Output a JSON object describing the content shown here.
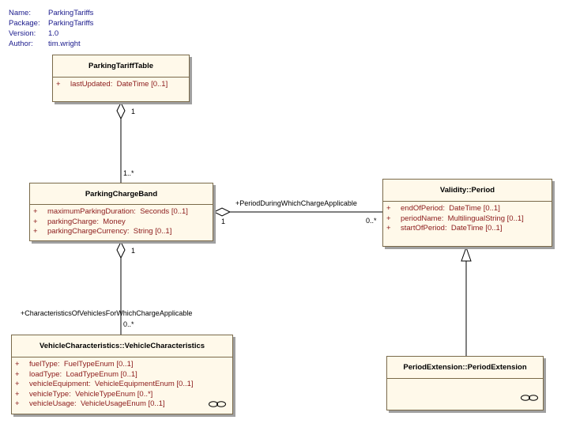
{
  "metadata": [
    {
      "key": "Name:",
      "value": "ParkingTariffs"
    },
    {
      "key": "Package:",
      "value": "ParkingTariffs"
    },
    {
      "key": "Version:",
      "value": "1.0"
    },
    {
      "key": "Author:",
      "value": "tim.wright"
    }
  ],
  "classes": {
    "parking_tariff_table": {
      "name": "ParkingTariffTable",
      "attributes": [
        {
          "visibility": "+",
          "text": "lastUpdated:  DateTime [0..1]"
        }
      ]
    },
    "parking_charge_band": {
      "name": "ParkingChargeBand",
      "attributes": [
        {
          "visibility": "+",
          "text": "maximumParkingDuration:  Seconds [0..1]"
        },
        {
          "visibility": "+",
          "text": "parkingCharge:  Money"
        },
        {
          "visibility": "+",
          "text": "parkingChargeCurrency:  String [0..1]"
        }
      ]
    },
    "validity_period": {
      "name": "Validity::Period",
      "attributes": [
        {
          "visibility": "+",
          "text": "endOfPeriod:  DateTime [0..1]"
        },
        {
          "visibility": "+",
          "text": "periodName:  MultilingualString [0..1]"
        },
        {
          "visibility": "+",
          "text": "startOfPeriod:  DateTime [0..1]"
        }
      ]
    },
    "vehicle_characteristics": {
      "name": "VehicleCharacteristics::VehicleCharacteristics",
      "attributes": [
        {
          "visibility": "+",
          "text": "fuelType:  FuelTypeEnum [0..1]"
        },
        {
          "visibility": "+",
          "text": "loadType:  LoadTypeEnum [0..1]"
        },
        {
          "visibility": "+",
          "text": "vehicleEquipment:  VehicleEquipmentEnum [0..1]"
        },
        {
          "visibility": "+",
          "text": "vehicleType:  VehicleTypeEnum [0..*]"
        },
        {
          "visibility": "+",
          "text": "vehicleUsage:  VehicleUsageEnum [0..1]"
        }
      ]
    },
    "period_extension": {
      "name": "PeriodExtension::PeriodExtension",
      "attributes": []
    }
  },
  "associations": {
    "tariff_to_band": {
      "source_multiplicity": "1",
      "target_multiplicity": "1..*"
    },
    "band_to_period": {
      "role": "+PeriodDuringWhichChargeApplicable",
      "source_multiplicity": "1",
      "target_multiplicity": "0..*"
    },
    "band_to_vehicle": {
      "role": "+CharacteristicsOfVehiclesForWhichChargeApplicable",
      "source_multiplicity": "1",
      "target_multiplicity": "0..*"
    }
  }
}
